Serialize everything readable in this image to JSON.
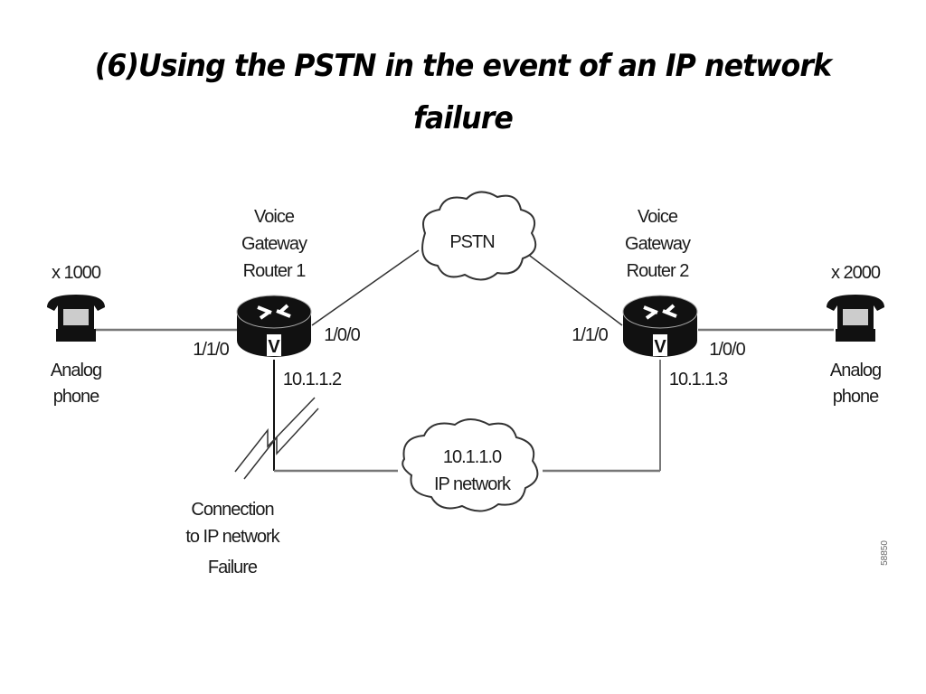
{
  "slide": {
    "title_line1": "(6)Using the PSTN in the event of an IP network",
    "title_line2": "failure"
  },
  "diagram": {
    "phone_left": {
      "extension": "x 1000",
      "label_line1": "Analog",
      "label_line2": "phone"
    },
    "phone_right": {
      "extension": "x 2000",
      "label_line1": "Analog",
      "label_line2": "phone"
    },
    "router1": {
      "line1": "Voice",
      "line2": "Gateway",
      "line3": "Router 1",
      "port_phone": "1/1/0",
      "port_pstn": "1/0/0",
      "ip": "10.1.1.2",
      "badge": "V"
    },
    "router2": {
      "line1": "Voice",
      "line2": "Gateway",
      "line3": "Router 2",
      "port_pstn": "1/1/0",
      "port_phone": "1/0/0",
      "ip": "10.1.1.3",
      "badge": "V"
    },
    "pstn_cloud": {
      "label": "PSTN"
    },
    "ip_cloud": {
      "line1": "10.1.1.0",
      "line2": "IP network"
    },
    "failure": {
      "line1": "Connection",
      "line2": "to IP network",
      "line3": "Failure"
    },
    "figure_id": "58850"
  }
}
